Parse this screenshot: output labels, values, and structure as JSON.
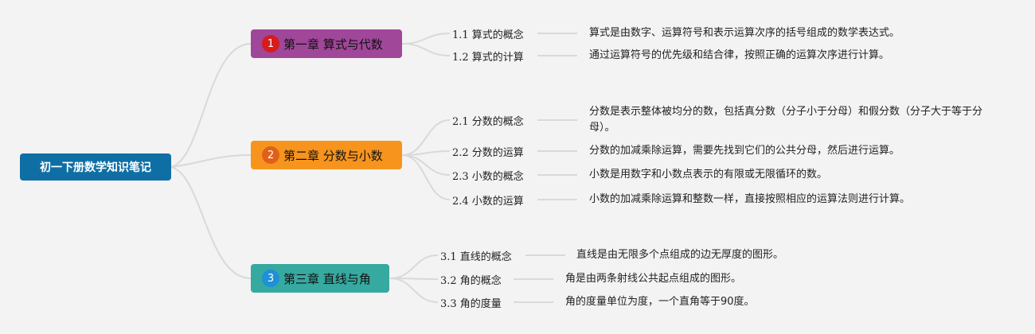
{
  "root": {
    "label": "初一下册数学知识笔记"
  },
  "chapters": [
    {
      "number": "1",
      "title": "第一章 算式与代数",
      "color": "#a0479a",
      "number_color": "#d81b1b",
      "sections": [
        {
          "title": "1.1 算式的概念",
          "desc": "算式是由数字、运算符号和表示运算次序的括号组成的数学表达式。"
        },
        {
          "title": "1.2 算式的计算",
          "desc": "通过运算符号的优先级和结合律，按照正确的运算次序进行计算。"
        }
      ]
    },
    {
      "number": "2",
      "title": "第二章 分数与小数",
      "color": "#f7941d",
      "number_color": "#e0601a",
      "sections": [
        {
          "title": "2.1 分数的概念",
          "desc": "分数是表示整体被均分的数，包括真分数（分子小于分母）和假分数（分子大于等于分母）。"
        },
        {
          "title": "2.2 分数的运算",
          "desc": "分数的加减乘除运算，需要先找到它们的公共分母，然后进行运算。"
        },
        {
          "title": "2.3 小数的概念",
          "desc": "小数是用数字和小数点表示的有限或无限循环的数。"
        },
        {
          "title": "2.4 小数的运算",
          "desc": "小数的加减乘除运算和整数一样，直接按照相应的运算法则进行计算。"
        }
      ]
    },
    {
      "number": "3",
      "title": "第三章 直线与角",
      "color": "#36a9a0",
      "number_color": "#1e90d6",
      "sections": [
        {
          "title": "3.1 直线的概念",
          "desc": "直线是由无限多个点组成的边无厚度的图形。"
        },
        {
          "title": "3.2 角的概念",
          "desc": "角是由两条射线公共起点组成的图形。"
        },
        {
          "title": "3.3 角的度量",
          "desc": "角的度量单位为度，一个直角等于90度。"
        }
      ]
    }
  ]
}
